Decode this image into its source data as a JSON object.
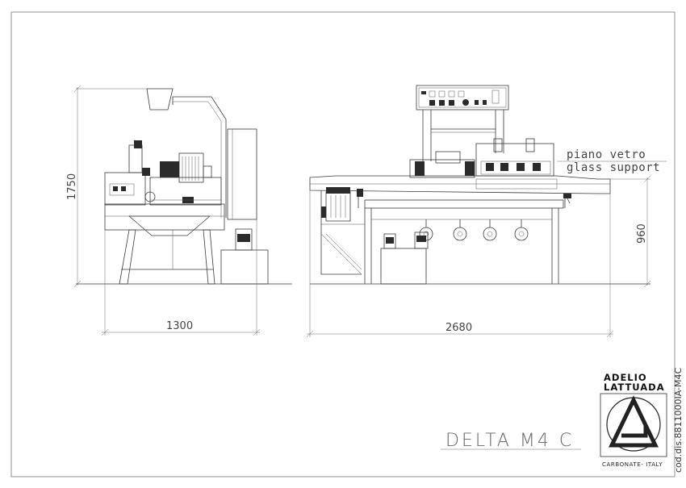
{
  "drawing": {
    "title": "DELTA M4 C",
    "code": "cod.dis.8811000IA-M4C",
    "glass_support_label_it": "piano vetro",
    "glass_support_label_en": "glass support"
  },
  "dimensions": {
    "side_height": "1750",
    "side_width": "1300",
    "front_width": "2680",
    "front_height": "960"
  },
  "logo": {
    "line1": "ADELIO",
    "line2": "LATTUADA",
    "location": "CARBONATE- ITALY"
  }
}
